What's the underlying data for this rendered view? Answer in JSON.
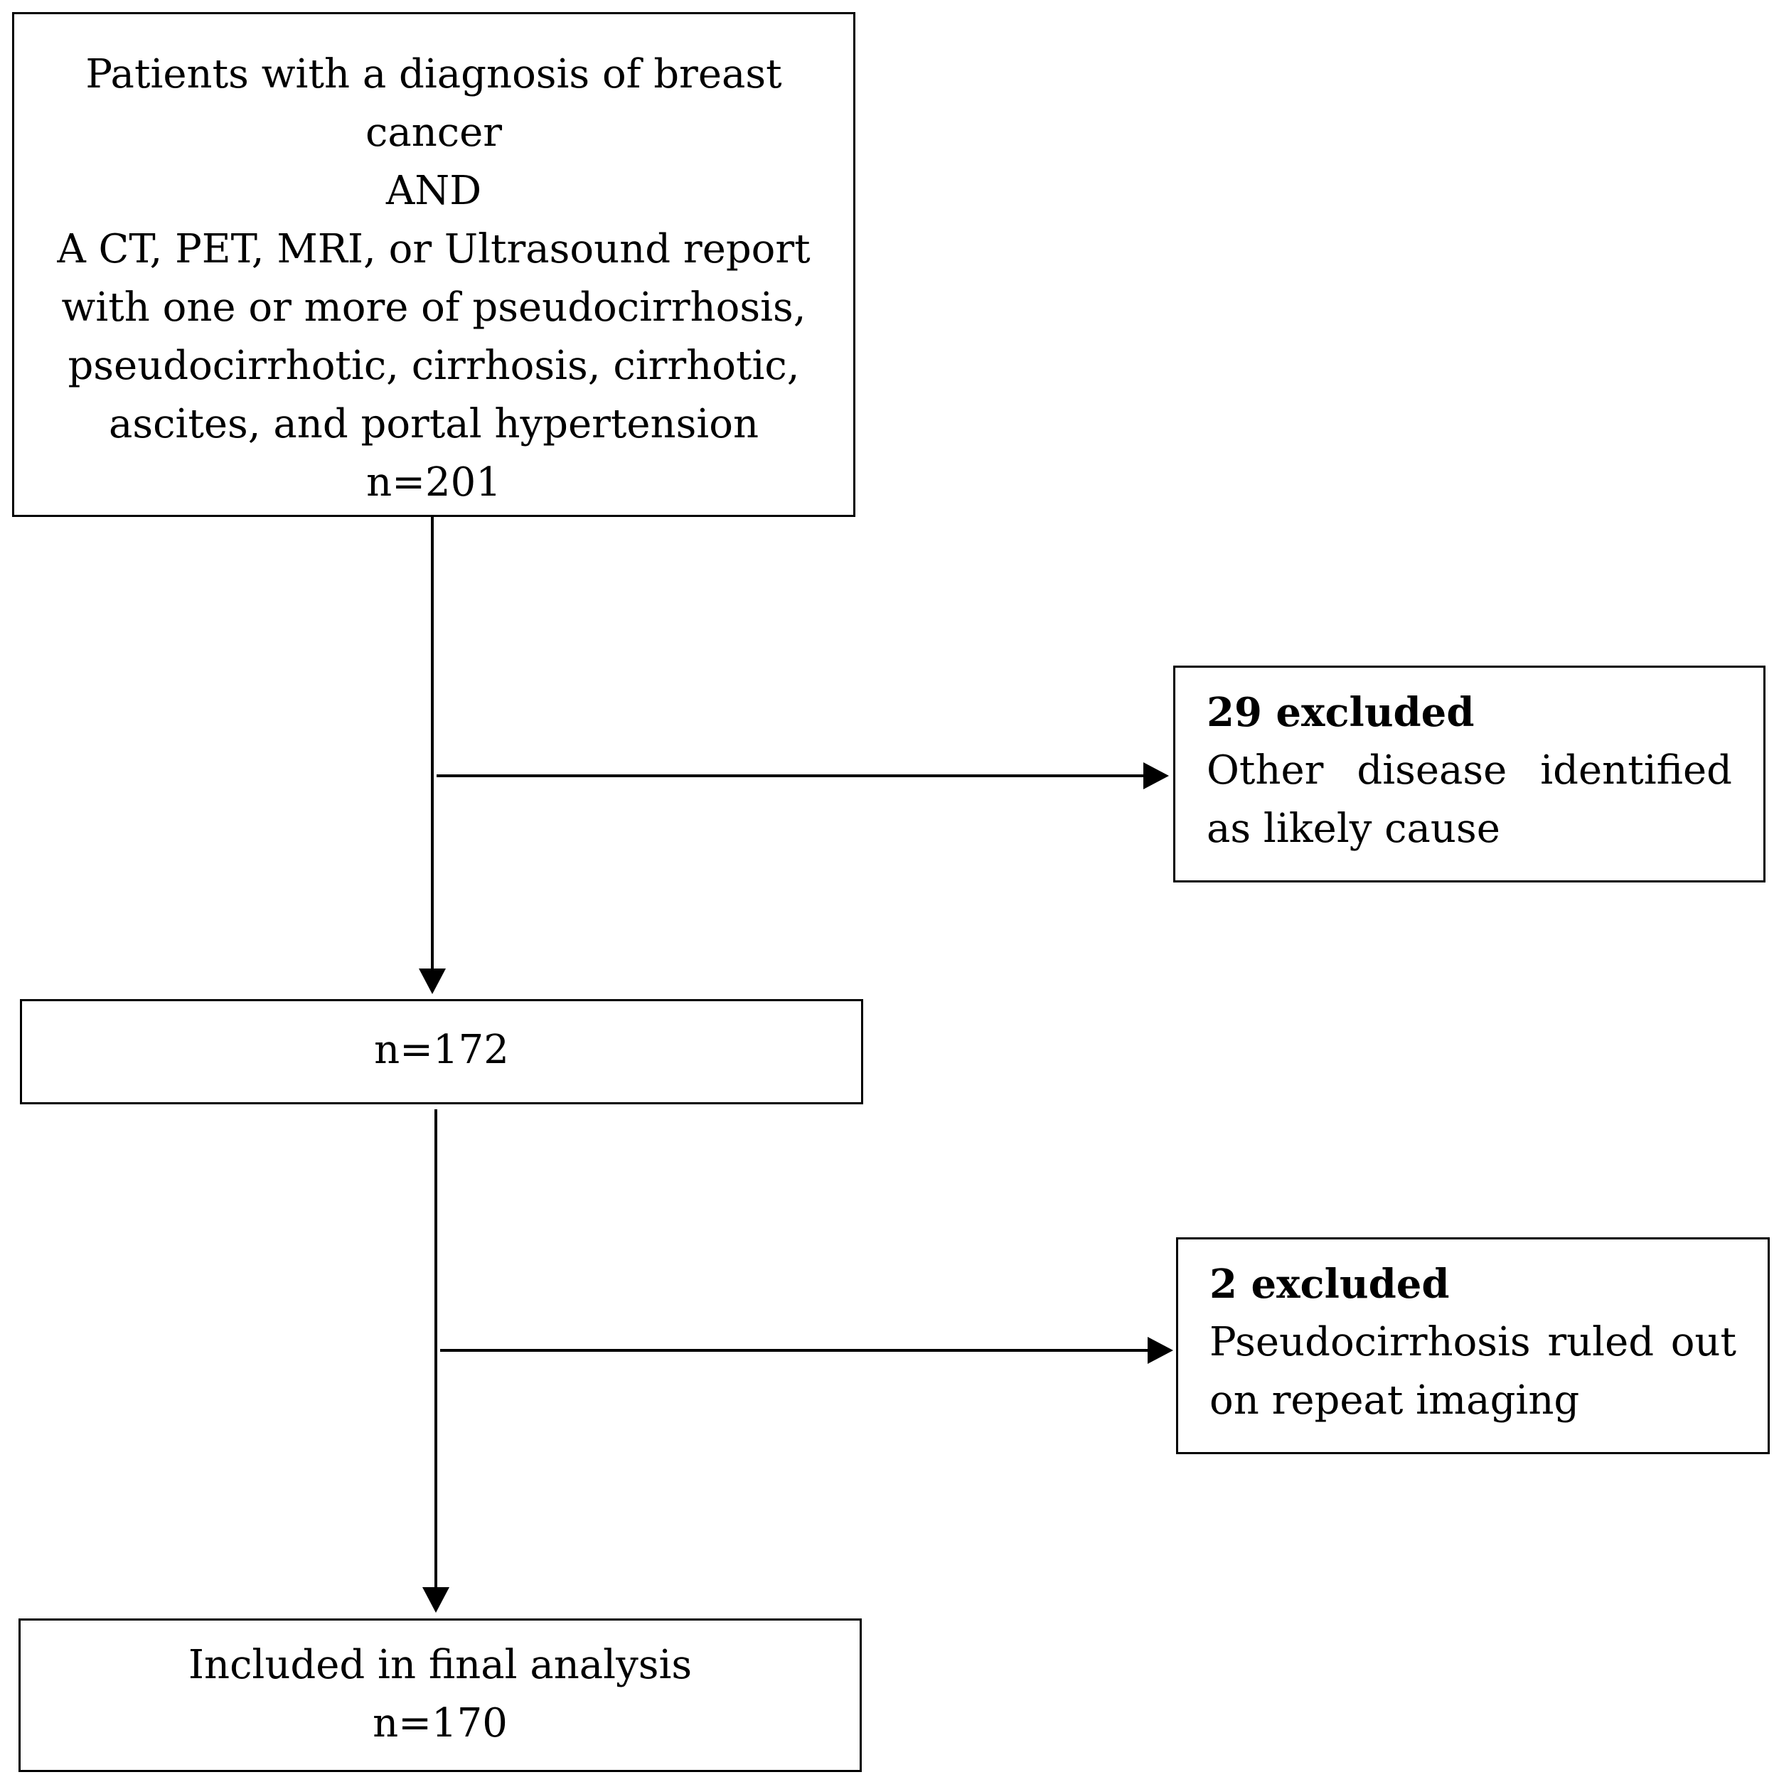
{
  "boxes": {
    "top": {
      "lines": [
        "Patients with a diagnosis of breast",
        "cancer",
        "AND",
        "A CT, PET, MRI, or Ultrasound report",
        "with one or more of pseudocirrhosis,",
        "pseudocirrhotic, cirrhosis, cirrhotic,",
        "ascites, and portal hypertension",
        "n=201"
      ]
    },
    "middle": {
      "text": "n=172"
    },
    "bottom": {
      "lines": [
        "Included in final analysis",
        "n=170"
      ]
    },
    "exclusion1": {
      "title": "29 excluded",
      "description": "Other disease identified as likely cause"
    },
    "exclusion2": {
      "title": "2 excluded",
      "description": "Pseudocirrhosis ruled out on repeat imaging"
    }
  },
  "colors": {
    "stroke": "#000000",
    "background": "#ffffff"
  }
}
